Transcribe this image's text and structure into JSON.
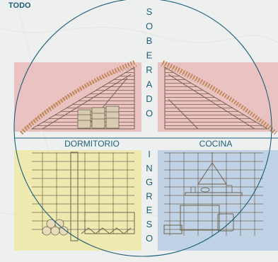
{
  "corner_label": "TODO",
  "vertical_top": [
    "S",
    "O",
    "B",
    "E",
    "R",
    "A",
    "D",
    "O"
  ],
  "vertical_bottom": [
    "I",
    "N",
    "G",
    "R",
    "E",
    "S",
    "O"
  ],
  "labels": {
    "left": "DORMITORIO",
    "right": "COCINA"
  },
  "colors": {
    "accent": "#1d5f78",
    "pink": "#e9b3b3",
    "yellow": "#ece7a3",
    "blue": "#b7cde3",
    "line": "#6f6250",
    "thatch": "#c08a5c"
  }
}
